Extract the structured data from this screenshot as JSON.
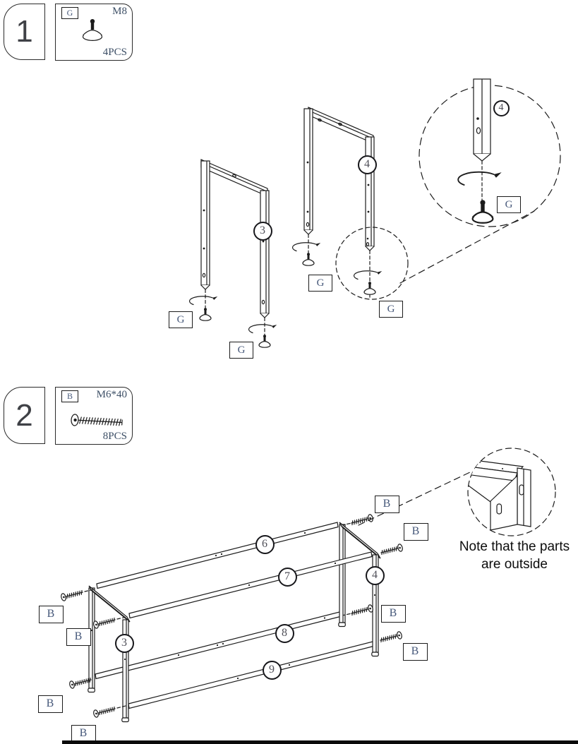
{
  "labels": {
    "g": "G",
    "b": "B"
  },
  "step1": {
    "number": "1",
    "parts": {
      "label": "G",
      "spec": "M8",
      "qty": "4PCS",
      "icon": "leveling-foot-icon"
    },
    "callouts": {
      "left_frame": "3",
      "right_frame": "4",
      "detail_leg": "4"
    }
  },
  "step2": {
    "number": "2",
    "parts": {
      "label": "B",
      "spec": "M6*40",
      "qty": "8PCS",
      "icon": "countersunk-screw-icon"
    },
    "callouts": {
      "left_legs": "3",
      "right_legs": "4",
      "top_back_rail": "6",
      "top_front_rail": "7",
      "mid_back_rail": "8",
      "mid_front_rail": "9"
    },
    "note": {
      "line1": "Note that the parts",
      "line2": "are outside"
    }
  }
}
